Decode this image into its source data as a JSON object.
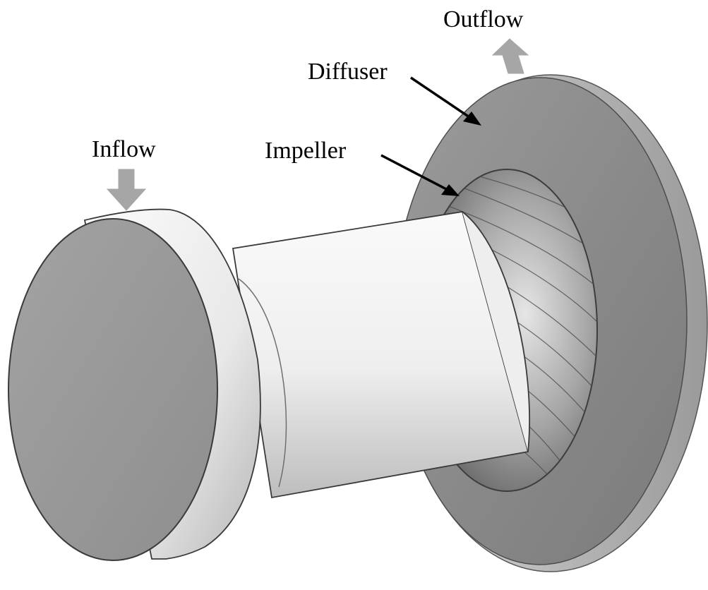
{
  "labels": {
    "inflow": "Inflow",
    "outflow": "Outflow",
    "diffuser": "Diffuser",
    "impeller": "Impeller"
  },
  "colors": {
    "flow_arrow": "#a6a6a6",
    "pointer_arrow": "#000000",
    "casing_light": "#f2f2f2",
    "casing_dark": "#8a8a8a",
    "inlet_face": "#9a9a9a",
    "diffuser_face": "#8c8c8c"
  },
  "icons": {
    "inflow_arrow": "down-arrow-icon",
    "outflow_arrow": "up-arrow-icon"
  }
}
